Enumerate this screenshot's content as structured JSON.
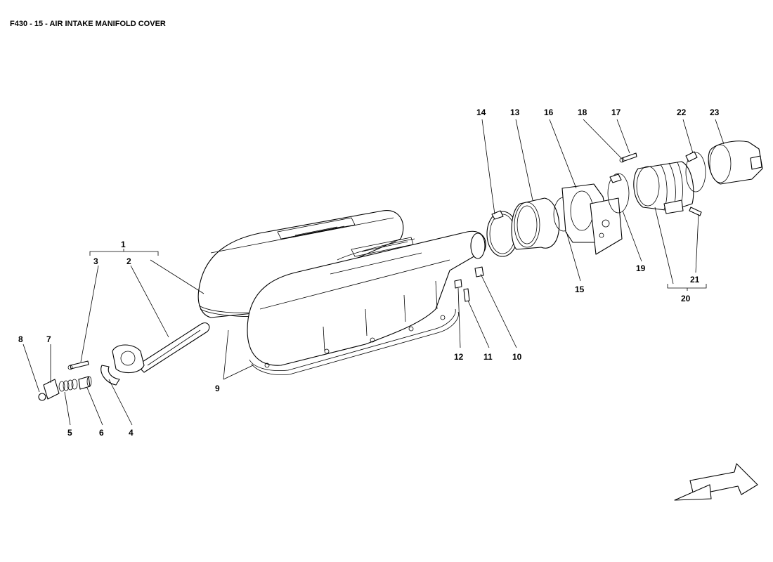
{
  "header": {
    "title": "F430 - 15 - AIR INTAKE MANIFOLD COVER"
  },
  "callouts": {
    "c1": "1",
    "c2": "2",
    "c3": "3",
    "c4": "4",
    "c5": "5",
    "c6": "6",
    "c7": "7",
    "c8": "8",
    "c9": "9",
    "c10": "10",
    "c11": "11",
    "c12": "12",
    "c13": "13",
    "c14": "14",
    "c15": "15",
    "c16": "16",
    "c17": "17",
    "c18": "18",
    "c19": "19",
    "c20": "20",
    "c21": "21",
    "c22": "22",
    "c23": "23"
  }
}
